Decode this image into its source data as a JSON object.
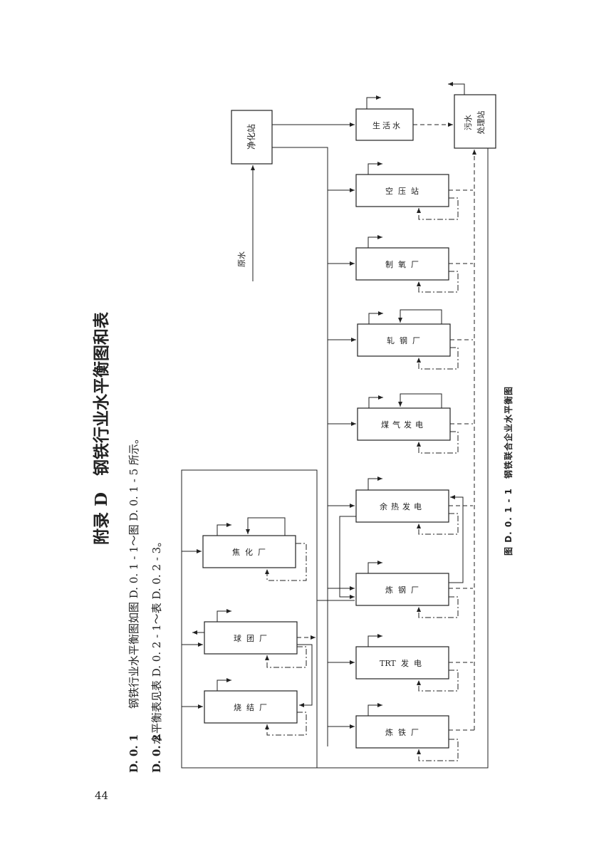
{
  "page_number": "44",
  "heading": "附录 D　钢铁行业水平衡图和表",
  "items": [
    {
      "num": "D. 0. 1",
      "text": "钢铁行业水平衡图如图 D. 0. 1 - 1～图 D. 0. 1 - 5 所示。"
    },
    {
      "num": "D. 0. 2",
      "text": "水平衡表见表 D. 0. 2 - 1～表 D. 0. 2 - 3。"
    }
  ],
  "figure": {
    "caption": "图 D. 0. 1 - 1　钢铁联合企业水平衡图",
    "inlet_label": "原水",
    "nodes": {
      "purify": [
        "净化站"
      ],
      "domestic": [
        "生",
        "活",
        "水"
      ],
      "sewage": [
        "污水",
        "处理站"
      ],
      "air": [
        "空",
        "压",
        "站"
      ],
      "oxygen": [
        "制",
        "氧",
        "厂"
      ],
      "rolling": [
        "轧",
        "钢",
        "厂"
      ],
      "gaspower": [
        "煤",
        "气",
        "发",
        "电"
      ],
      "wasteheat": [
        "余",
        "热",
        "发",
        "电"
      ],
      "steelmaking": [
        "炼",
        "钢",
        "厂"
      ],
      "trt": [
        "TRT",
        "发",
        "电"
      ],
      "ironmaking": [
        "炼",
        "铁",
        "厂"
      ],
      "coking": [
        "焦",
        "化",
        "厂"
      ],
      "pellet": [
        "球",
        "团",
        "厂"
      ],
      "sinter": [
        "烧",
        "结",
        "厂"
      ]
    }
  }
}
